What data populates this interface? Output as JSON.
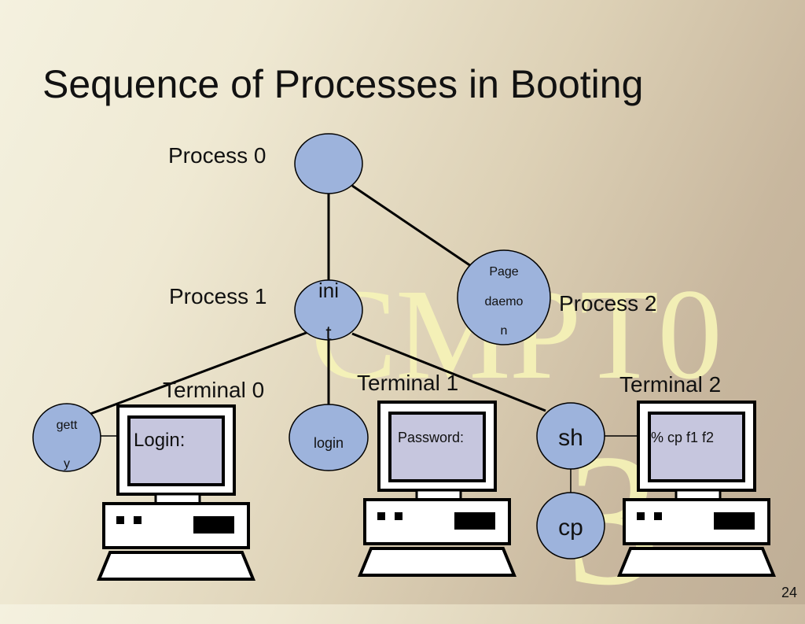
{
  "slide": {
    "title": "Sequence of Processes in Booting",
    "page_number": "24",
    "watermark_main": "CMPT0",
    "watermark_sub": "3"
  },
  "labels": {
    "process0": "Process 0",
    "process1": "Process 1",
    "process2": "Process 2",
    "terminal0": "Terminal 0",
    "terminal1": "Terminal 1",
    "terminal2": "Terminal 2"
  },
  "nodes": {
    "process0": "",
    "init_line1": "ini",
    "init_line2": "t",
    "page_daemon_line1": "Page",
    "page_daemon_line2": "daemo",
    "page_daemon_line3": "n",
    "getty_line1": "gett",
    "getty_line2": "y",
    "login": "login",
    "sh": "sh",
    "cp": "cp"
  },
  "screens": {
    "terminal0": "Login:",
    "terminal1": "Password:",
    "terminal2": "% cp f1 f2"
  },
  "colors": {
    "node_fill": "#9db3dc",
    "screen_fill": "#c6c6de",
    "line": "#000000"
  }
}
